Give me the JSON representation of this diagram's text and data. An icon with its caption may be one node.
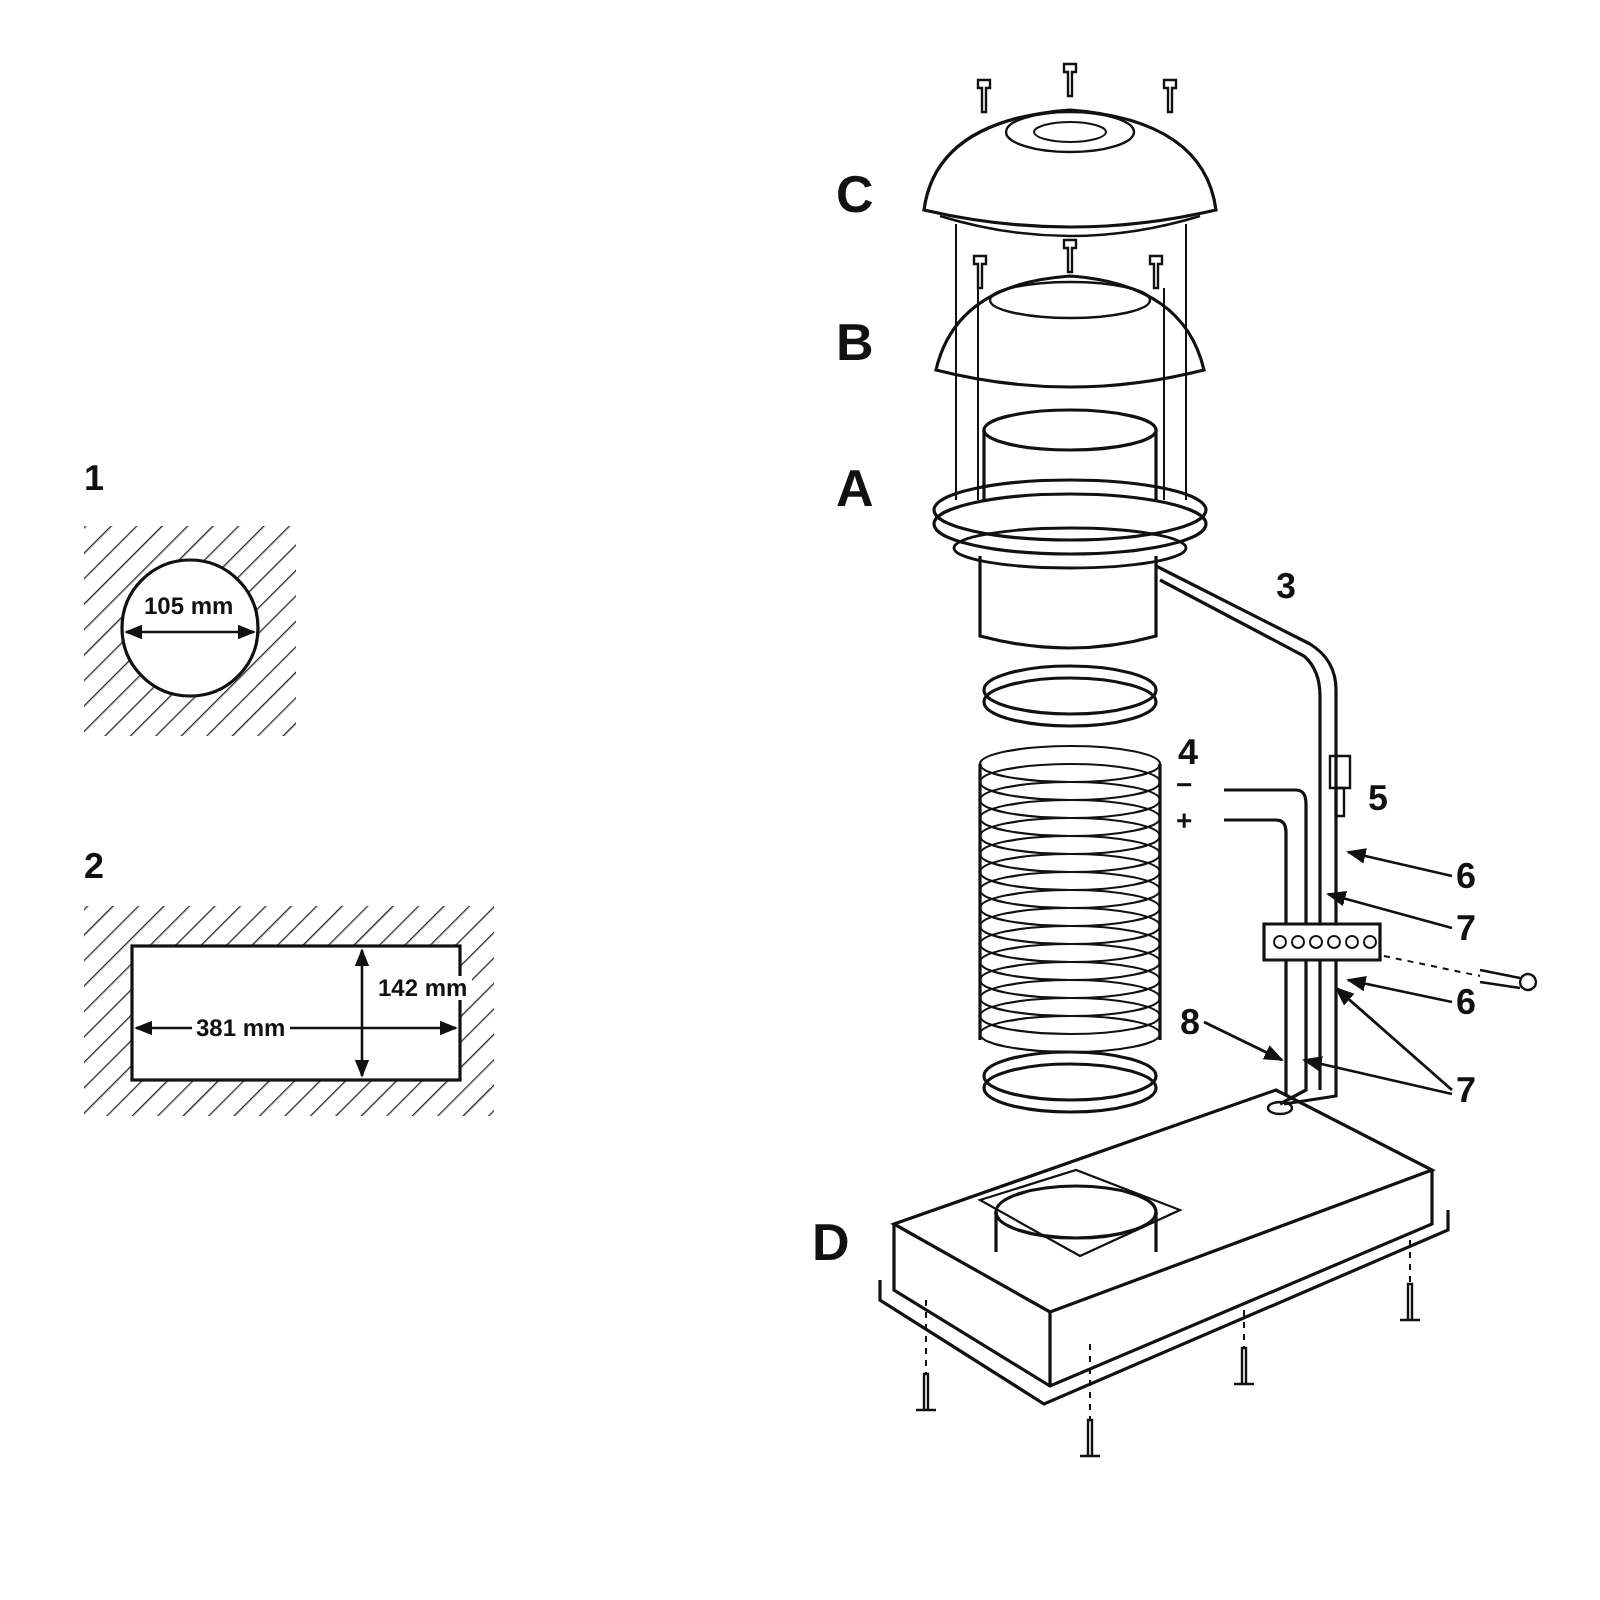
{
  "diagram": {
    "nodes": [
      {
        "text": [
          "6"
        ]
      },
      {
        "text": [
          "7"
        ]
      },
      {
        "text": [
          "6"
        ]
      },
      {
        "text": [
          "8"
        ]
      },
      {
        "text": [
          "7"
        ]
      }
    ],
    "edges": [
      {
        "from": 0,
        "to": null,
        "arrow": "to"
      },
      {
        "from": 1,
        "to": null,
        "arrow": "to"
      },
      {
        "from": 2,
        "to": null,
        "arrow": "to"
      },
      {
        "from": 3,
        "to": null,
        "arrow": "to"
      },
      {
        "from": 4,
        "to": null,
        "arrow": "to"
      },
      {
        "from": 4,
        "to": null,
        "arrow": "to"
      }
    ],
    "labels": [
      "C",
      "B",
      "1",
      "A",
      "105 mm",
      "3",
      "4",
      "−",
      "+",
      "5",
      "2",
      "142 mm",
      "381 mm",
      "D"
    ]
  }
}
